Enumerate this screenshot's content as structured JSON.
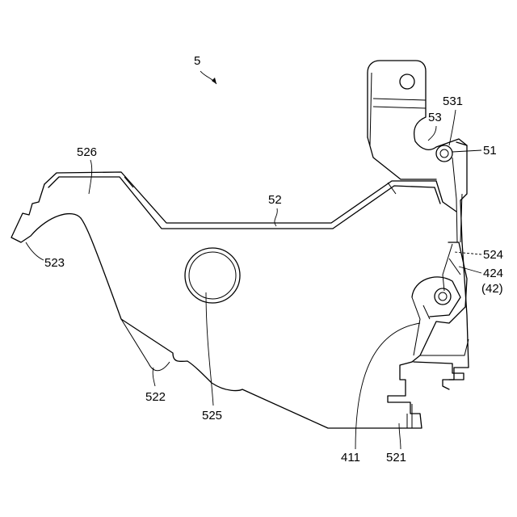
{
  "figure": {
    "ref_main": "5",
    "labels": {
      "l526": "526",
      "l52": "52",
      "l523": "523",
      "l525": "525",
      "l522": "522",
      "l531": "531",
      "l53": "53",
      "l51": "51",
      "l524": "524",
      "l424": "424",
      "l42": "(42)",
      "l411": "411",
      "l521": "521"
    }
  }
}
